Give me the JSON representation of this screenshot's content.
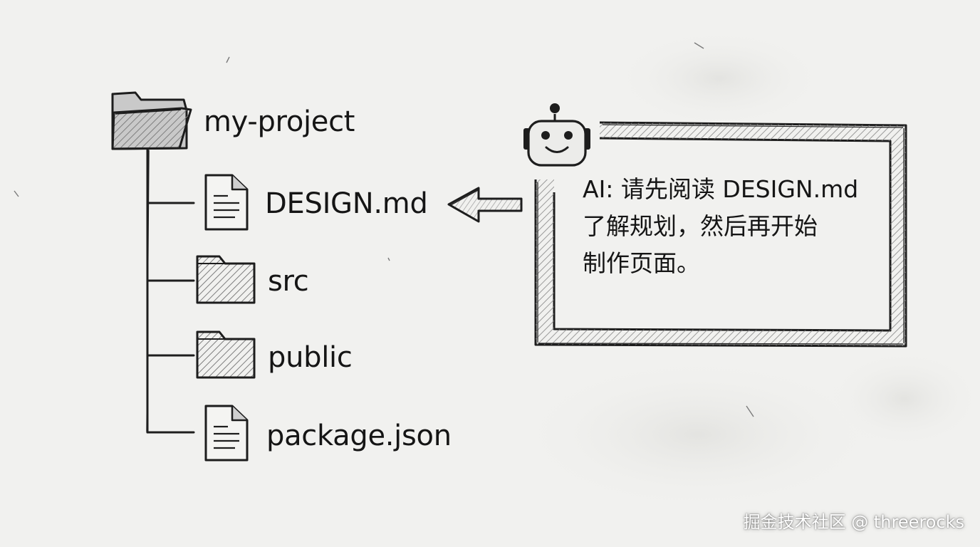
{
  "tree": {
    "root": {
      "label": "my-project",
      "kind": "folder"
    },
    "children": [
      {
        "label": "DESIGN.md",
        "kind": "file"
      },
      {
        "label": "src",
        "kind": "folder"
      },
      {
        "label": "public",
        "kind": "folder"
      },
      {
        "label": "package.json",
        "kind": "file"
      }
    ]
  },
  "bubble": {
    "text": "AI: 请先阅读 DESIGN.md\n了解规划，然后再开始\n制作页面。",
    "icon": "robot-icon",
    "points_to": "DESIGN.md"
  },
  "watermark": "掘金技术社区 @ threerocks",
  "colors": {
    "background": "#f1f1ef",
    "ink": "#1b1b1b",
    "hatch": "#8a8a8a",
    "folder_fill": "#cfcfcf"
  }
}
